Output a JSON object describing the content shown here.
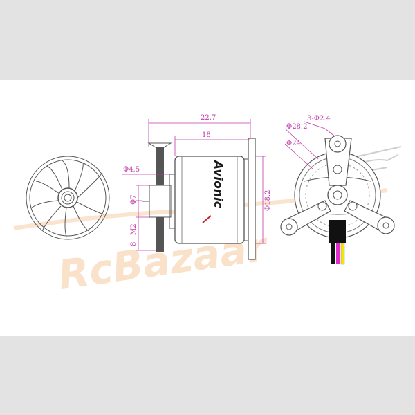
{
  "colors": {
    "dimension": "#c23aa8",
    "line": "#555555",
    "watermark": "#f6c9a0",
    "wire_black": "#111111",
    "wire_magenta": "#e02bd0",
    "wire_yellow": "#f3e600",
    "logo_red": "#d22020"
  },
  "watermark": {
    "text": "RcBazaar"
  },
  "logo": {
    "text": "Avionic"
  },
  "dimensions": {
    "overall_length": "22.7",
    "body_length": "18",
    "shaft_dia": "Φ4.5",
    "hub_dia": "Φ7",
    "thread": "M2",
    "thread_len": "8",
    "body_dia": "Φ18.2",
    "holes": "3-Φ2.4",
    "pcd_outer": "Φ28.2",
    "pcd_inner": "Φ24"
  }
}
